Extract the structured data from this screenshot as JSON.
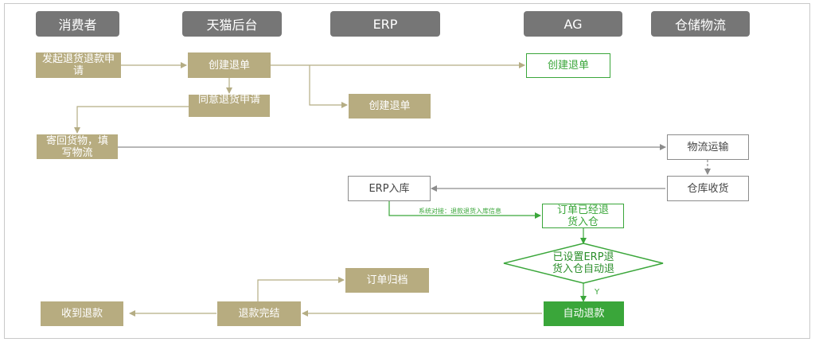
{
  "lanes": {
    "consumer": "消费者",
    "tmall": "天猫后台",
    "erp": "ERP",
    "ag": "AG",
    "warehouse": "仓储物流"
  },
  "nodes": {
    "initiate_return": "发起退货退款申请",
    "tmall_create_refund": "创建退单",
    "agree_return": "同意退货申请",
    "send_back_goods": "寄回货物，填写物流",
    "erp_create_refund": "创建退单",
    "ag_create_refund": "创建退单",
    "logistics_transport": "物流运输",
    "warehouse_receive": "仓库收货",
    "erp_stock_in": "ERP入库",
    "order_returned_to_warehouse": "订单已经退货入仓",
    "decision_auto_refund": "已设置ERP退货入仓自动退",
    "auto_refund": "自动退款",
    "refund_complete": "退款完结",
    "order_archive": "订单归档",
    "refund_received": "收到退款"
  },
  "edge_labels": {
    "system_sync": "系统对接：退款退货入库信息",
    "yes": "Y"
  },
  "colors": {
    "lane_header": "#767676",
    "olive_node": "#b7ac80",
    "olive_line": "#b5ad84",
    "green": "#3aa63a",
    "grey_line": "#8c8c8c"
  }
}
